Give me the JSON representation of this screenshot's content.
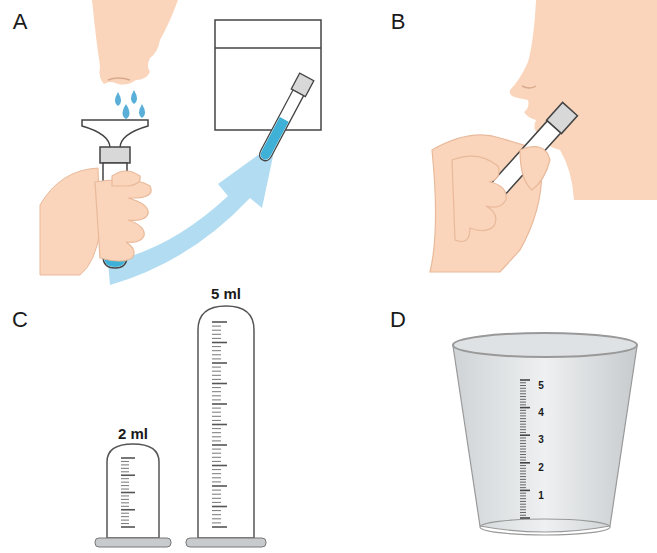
{
  "diagram": {
    "labels": [
      "A",
      "B",
      "C",
      "D",
      "2 ml",
      "5 ml",
      "5",
      "4",
      "3",
      "2",
      "1"
    ]
  }
}
